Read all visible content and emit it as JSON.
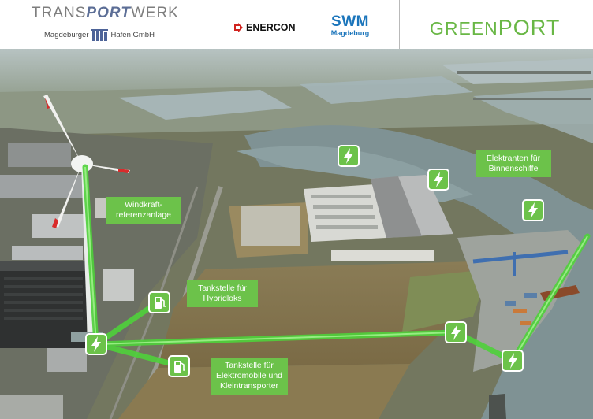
{
  "header": {
    "transportwerk": {
      "part1": "TRANS",
      "part2": "PORT",
      "part3": "WERK"
    },
    "hafen": {
      "left": "Magdeburger",
      "right": "Hafen GmbH"
    },
    "enercon": "ENERCON",
    "swm": {
      "name": "SWM",
      "city": "Magdeburg"
    },
    "greenport": {
      "part1": "GREEN",
      "part2": "PORT"
    }
  },
  "labels": {
    "wind": [
      "Windkraft-",
      "referenzanlage"
    ],
    "hybrid": [
      "Tankstelle für",
      "Hybridloks"
    ],
    "elektro": [
      "Tankstelle für",
      "Elektromobile und",
      "Kleintransporter"
    ],
    "binnen": [
      "Elektranten für",
      "Binnenschiffe"
    ]
  },
  "colors": {
    "accent_green": "#6cc24a",
    "connection_line": "#4fd13b",
    "swm_blue": "#1b75bb",
    "transportwerk_blue": "#5c6e96"
  },
  "icons": [
    "lightning-icon",
    "fuel-pump-icon",
    "wind-turbine-icon"
  ]
}
